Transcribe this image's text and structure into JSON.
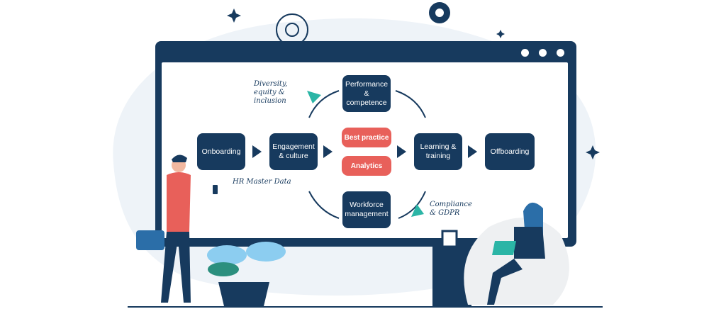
{
  "diagram": {
    "title": "HR process lifecycle",
    "colors": {
      "node": "#173a5e",
      "accent_pill": "#e8605a",
      "teal_pointer": "#2bb5a6",
      "background_blob": "#eef3f8"
    },
    "window": {
      "controls": [
        "dot-1",
        "dot-2",
        "dot-3"
      ]
    },
    "nodes": [
      {
        "id": "onboarding",
        "label": "Onboarding"
      },
      {
        "id": "engagement",
        "label": "Engagement & culture"
      },
      {
        "id": "performance",
        "label": "Performance & competence"
      },
      {
        "id": "learning",
        "label": "Learning & training"
      },
      {
        "id": "workforce",
        "label": "Workforce management"
      },
      {
        "id": "offboarding",
        "label": "Offboarding"
      }
    ],
    "center": [
      {
        "id": "best-practice",
        "label": "Best practice"
      },
      {
        "id": "analytics",
        "label": "Analytics"
      }
    ],
    "annotations": {
      "diversity": "Diversity, equity & inclusion",
      "hr_master": "HR Master Data",
      "compliance": "Compliance & GDPR"
    },
    "flow": [
      [
        "onboarding",
        "engagement"
      ],
      [
        "engagement",
        "performance"
      ],
      [
        "performance",
        "learning"
      ],
      [
        "learning",
        "workforce"
      ],
      [
        "workforce",
        "engagement"
      ],
      [
        "learning",
        "offboarding"
      ]
    ]
  }
}
